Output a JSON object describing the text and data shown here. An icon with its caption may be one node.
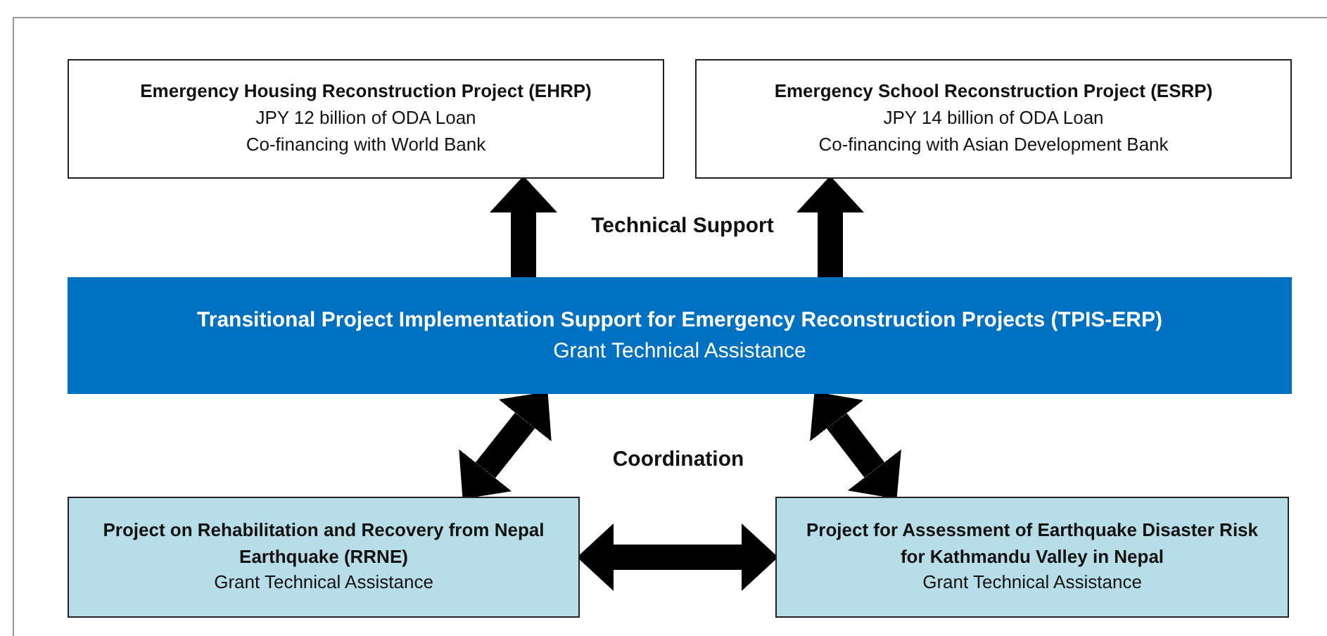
{
  "diagram": {
    "nodes": [
      {
        "text": [
          "Emergency Housing Reconstruction  Project (EHRP)",
          "JPY 12 billion of ODA Loan",
          "Co-financing with World Bank"
        ]
      },
      {
        "text": [
          "Emergency School Reconstruction  Project (ESRP)",
          "JPY 14 billion of ODA Loan",
          "Co-financing with Asian Development Bank"
        ]
      },
      {
        "text": [
          "Transitional Project Implementation Support for Emergency Reconstruction Projects (TPIS-ERP)",
          "Grant Technical Assistance"
        ]
      },
      {
        "text": [
          "Project on Rehabilitation and Recovery from Nepal Earthquake (RRNE)",
          "Grant Technical Assistance"
        ]
      },
      {
        "text": [
          "Project for Assessment of Earthquake Disaster Risk for Kathmandu Valley in Nepal",
          "Grant Technical Assistance"
        ]
      }
    ],
    "edges": [
      {
        "from": 2,
        "to": 0,
        "arrow": "to"
      },
      {
        "from": 2,
        "to": 1,
        "arrow": "to"
      },
      {
        "from": 3,
        "to": 2,
        "arrow": "both"
      },
      {
        "from": 4,
        "to": 2,
        "arrow": "both"
      },
      {
        "from": 3,
        "to": 4,
        "arrow": "both"
      }
    ],
    "labels": [
      "Technical Support",
      "Coordination"
    ]
  }
}
